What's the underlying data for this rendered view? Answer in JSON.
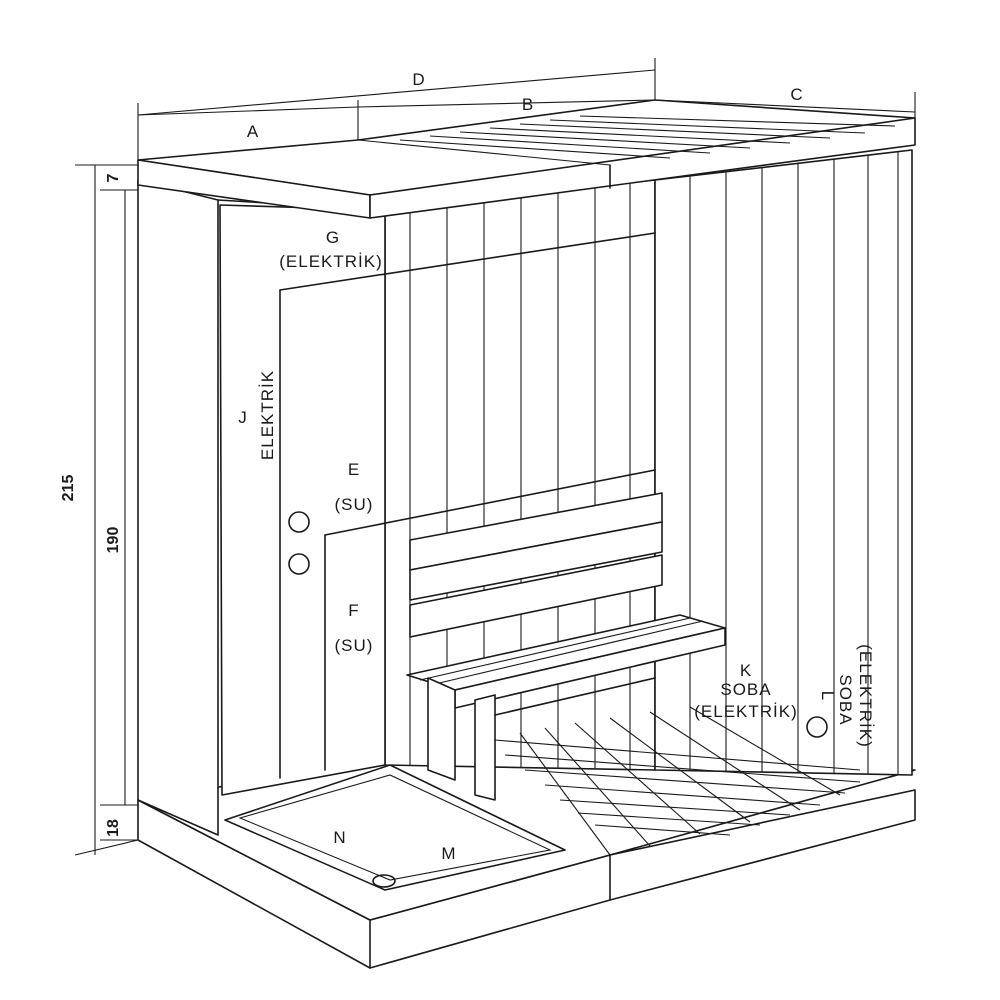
{
  "labels": {
    "A": "A",
    "B": "B",
    "C": "C",
    "D": "D",
    "G": "G",
    "G_sub": "(ELEKTRİK)",
    "J": "J",
    "J_sub": "ELEKTRİK",
    "E": "E",
    "E_sub": "(SU)",
    "F": "F",
    "F_sub": "(SU)",
    "K": "K",
    "K_sub1": "SOBA",
    "K_sub2": "(ELEKTRİK)",
    "L": "L",
    "L_sub1": "SOBA",
    "L_sub2": "(ELEKTRİK)",
    "N": "N",
    "M": "M"
  },
  "dimensions": {
    "total_height": "215",
    "wall_height": "190",
    "roof_thickness": "7",
    "base_height": "18"
  },
  "colors": {
    "line": "#1a1a1a",
    "background": "#ffffff"
  }
}
